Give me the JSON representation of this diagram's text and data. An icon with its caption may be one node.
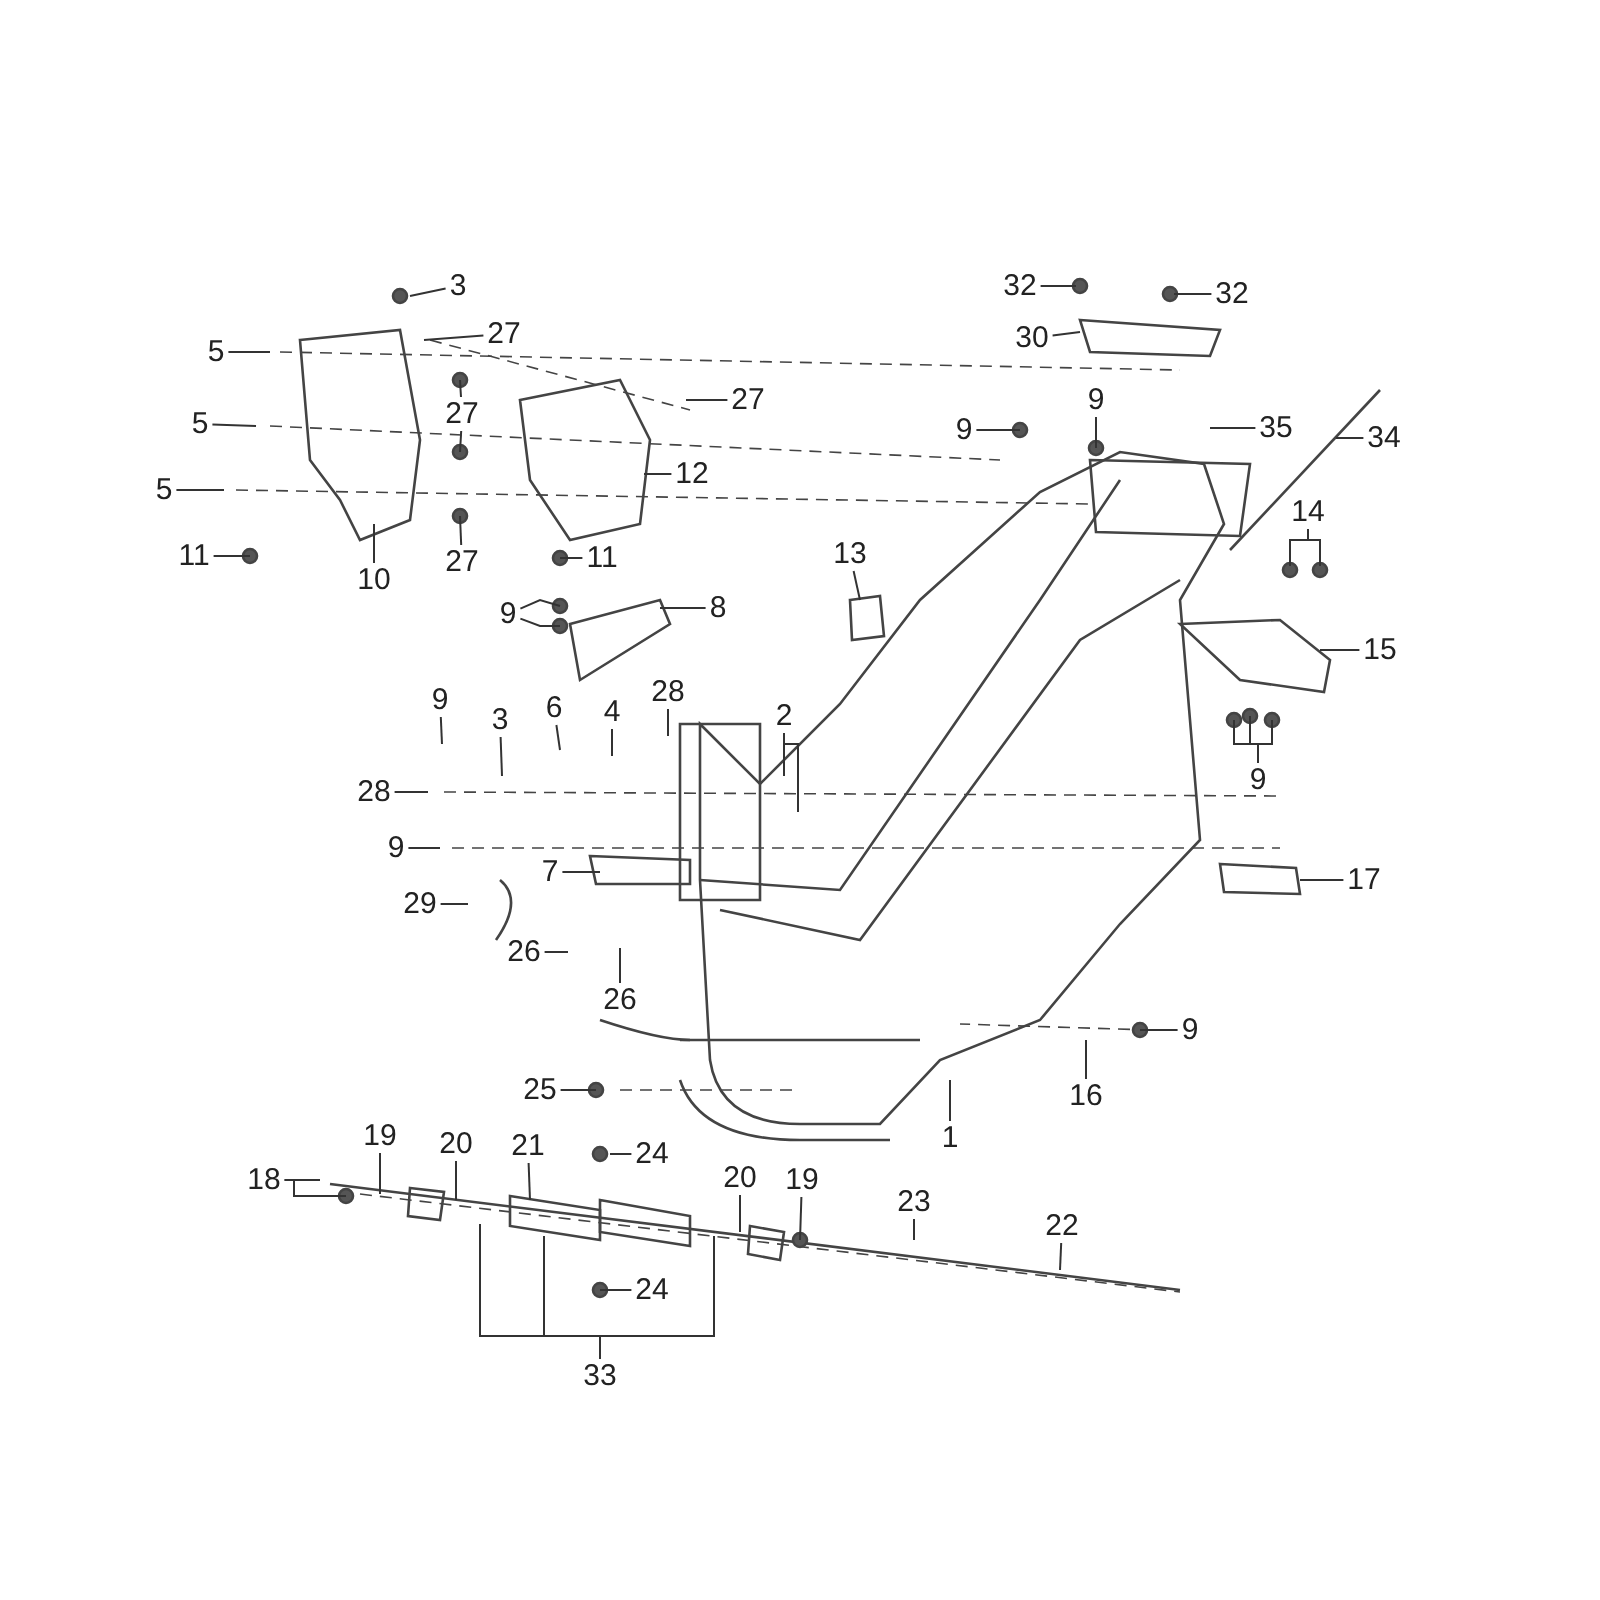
{
  "diagram": {
    "nodes": [
      {
        "text": [
          "3"
        ]
      },
      {
        "text": [
          "27"
        ]
      },
      {
        "text": [
          "5"
        ]
      },
      {
        "text": [
          "5"
        ]
      },
      {
        "text": [
          "5"
        ]
      },
      {
        "text": [
          "11"
        ]
      },
      {
        "text": [
          "10"
        ]
      },
      {
        "text": [
          "27"
        ]
      },
      {
        "text": [
          "27"
        ]
      },
      {
        "text": [
          "27"
        ]
      },
      {
        "text": [
          "12"
        ]
      },
      {
        "text": [
          "11"
        ]
      },
      {
        "text": [
          "32"
        ]
      },
      {
        "text": [
          "32"
        ]
      },
      {
        "text": [
          "30"
        ]
      },
      {
        "text": [
          "9"
        ]
      },
      {
        "text": [
          "9"
        ]
      },
      {
        "text": [
          "35"
        ]
      },
      {
        "text": [
          "34"
        ]
      },
      {
        "text": [
          "14"
        ]
      },
      {
        "text": [
          "15"
        ]
      },
      {
        "text": [
          "9"
        ]
      },
      {
        "text": [
          "13"
        ]
      },
      {
        "text": [
          "9"
        ]
      },
      {
        "text": [
          "8"
        ]
      },
      {
        "text": [
          "9"
        ]
      },
      {
        "text": [
          "3"
        ]
      },
      {
        "text": [
          "6"
        ]
      },
      {
        "text": [
          "4"
        ]
      },
      {
        "text": [
          "28"
        ]
      },
      {
        "text": [
          "2"
        ]
      },
      {
        "text": [
          "28"
        ]
      },
      {
        "text": [
          "9"
        ]
      },
      {
        "text": [
          "29"
        ]
      },
      {
        "text": [
          "7"
        ]
      },
      {
        "text": [
          "26"
        ]
      },
      {
        "text": [
          "26"
        ]
      },
      {
        "text": [
          "17"
        ]
      },
      {
        "text": [
          "9"
        ]
      },
      {
        "text": [
          "16"
        ]
      },
      {
        "text": [
          "1"
        ]
      },
      {
        "text": [
          "25"
        ]
      },
      {
        "text": [
          "18"
        ]
      },
      {
        "text": [
          "19"
        ]
      },
      {
        "text": [
          "20"
        ]
      },
      {
        "text": [
          "21"
        ]
      },
      {
        "text": [
          "24"
        ]
      },
      {
        "text": [
          "20"
        ]
      },
      {
        "text": [
          "19"
        ]
      },
      {
        "text": [
          "23"
        ]
      },
      {
        "text": [
          "22"
        ]
      },
      {
        "text": [
          "24"
        ]
      },
      {
        "text": [
          "33"
        ]
      }
    ],
    "edges": [
      {
        "from": 0,
        "to": null,
        "arrow": "none"
      },
      {
        "from": 1,
        "to": null,
        "arrow": "none"
      },
      {
        "from": 2,
        "to": null,
        "arrow": "none"
      },
      {
        "from": 3,
        "to": null,
        "arrow": "none"
      },
      {
        "from": 4,
        "to": null,
        "arrow": "none"
      },
      {
        "from": 5,
        "to": null,
        "arrow": "none"
      },
      {
        "from": 6,
        "to": null,
        "arrow": "none"
      },
      {
        "from": 7,
        "to": null,
        "arrow": "none"
      },
      {
        "from": 7,
        "to": null,
        "arrow": "none"
      },
      {
        "from": 8,
        "to": null,
        "arrow": "none"
      },
      {
        "from": 9,
        "to": null,
        "arrow": "none"
      },
      {
        "from": 10,
        "to": null,
        "arrow": "none"
      },
      {
        "from": 11,
        "to": null,
        "arrow": "none"
      },
      {
        "from": 12,
        "to": null,
        "arrow": "none"
      },
      {
        "from": 13,
        "to": null,
        "arrow": "none"
      },
      {
        "from": 14,
        "to": null,
        "arrow": "none"
      },
      {
        "from": 15,
        "to": null,
        "arrow": "none"
      },
      {
        "from": 16,
        "to": null,
        "arrow": "none"
      },
      {
        "from": 17,
        "to": null,
        "arrow": "none"
      },
      {
        "from": 18,
        "to": null,
        "arrow": "none"
      },
      {
        "from": 19,
        "to": null,
        "arrow": "none"
      },
      {
        "from": 19,
        "to": null,
        "arrow": "none"
      },
      {
        "from": 20,
        "to": null,
        "arrow": "none"
      },
      {
        "from": 21,
        "to": null,
        "arrow": "none"
      },
      {
        "from": 21,
        "to": null,
        "arrow": "none"
      },
      {
        "from": 21,
        "to": null,
        "arrow": "none"
      },
      {
        "from": 22,
        "to": null,
        "arrow": "none"
      },
      {
        "from": 23,
        "to": null,
        "arrow": "none"
      },
      {
        "from": 23,
        "to": null,
        "arrow": "none"
      },
      {
        "from": 24,
        "to": null,
        "arrow": "none"
      },
      {
        "from": 25,
        "to": null,
        "arrow": "none"
      },
      {
        "from": 26,
        "to": null,
        "arrow": "none"
      },
      {
        "from": 27,
        "to": null,
        "arrow": "none"
      },
      {
        "from": 28,
        "to": null,
        "arrow": "none"
      },
      {
        "from": 29,
        "to": null,
        "arrow": "none"
      },
      {
        "from": 30,
        "to": null,
        "arrow": "none"
      },
      {
        "from": 30,
        "to": null,
        "arrow": "none"
      },
      {
        "from": 31,
        "to": null,
        "arrow": "none"
      },
      {
        "from": 32,
        "to": null,
        "arrow": "none"
      },
      {
        "from": 33,
        "to": null,
        "arrow": "none"
      },
      {
        "from": 34,
        "to": null,
        "arrow": "none"
      },
      {
        "from": 35,
        "to": null,
        "arrow": "none"
      },
      {
        "from": 36,
        "to": null,
        "arrow": "none"
      },
      {
        "from": 37,
        "to": null,
        "arrow": "none"
      },
      {
        "from": 38,
        "to": null,
        "arrow": "none"
      },
      {
        "from": 39,
        "to": null,
        "arrow": "none"
      },
      {
        "from": 40,
        "to": null,
        "arrow": "none"
      },
      {
        "from": 41,
        "to": null,
        "arrow": "none"
      },
      {
        "from": 42,
        "to": null,
        "arrow": "none"
      },
      {
        "from": 42,
        "to": null,
        "arrow": "none"
      },
      {
        "from": 43,
        "to": null,
        "arrow": "none"
      },
      {
        "from": 44,
        "to": null,
        "arrow": "none"
      },
      {
        "from": 45,
        "to": null,
        "arrow": "none"
      },
      {
        "from": 46,
        "to": null,
        "arrow": "none"
      },
      {
        "from": 47,
        "to": null,
        "arrow": "none"
      },
      {
        "from": 48,
        "to": null,
        "arrow": "none"
      },
      {
        "from": 49,
        "to": null,
        "arrow": "none"
      },
      {
        "from": 50,
        "to": null,
        "arrow": "none"
      },
      {
        "from": 51,
        "to": null,
        "arrow": "none"
      },
      {
        "from": 52,
        "to": null,
        "arrow": "none"
      },
      {
        "from": 52,
        "to": null,
        "arrow": "none"
      },
      {
        "from": 52,
        "to": null,
        "arrow": "none"
      }
    ]
  }
}
